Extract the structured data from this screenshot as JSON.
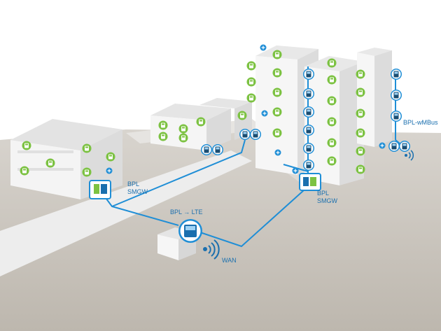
{
  "labels": {
    "bpl_left_line1": "BPL",
    "bpl_left_line2": "SMGW",
    "bpl_right_line1": "BPL",
    "bpl_right_line2": "SMGW",
    "bpl_lte": "BPL → LTE",
    "wan": "WAN",
    "bpl_wmbus": "BPL-wMBus"
  },
  "colors": {
    "line_blue": "#1f8ed6",
    "dark_blue": "#1a6fae",
    "device_green": "#7cc242",
    "ground": "#c9c4bd",
    "road": "#ececec",
    "building": "#f3f3f3",
    "building_shadow": "#d9d9d9"
  },
  "icons": {
    "green_device": "sensor-icon",
    "blue_meter": "meter-icon",
    "gateway": "gateway-icon",
    "wireless": "wireless-signal-icon",
    "plus": "plus-icon"
  }
}
